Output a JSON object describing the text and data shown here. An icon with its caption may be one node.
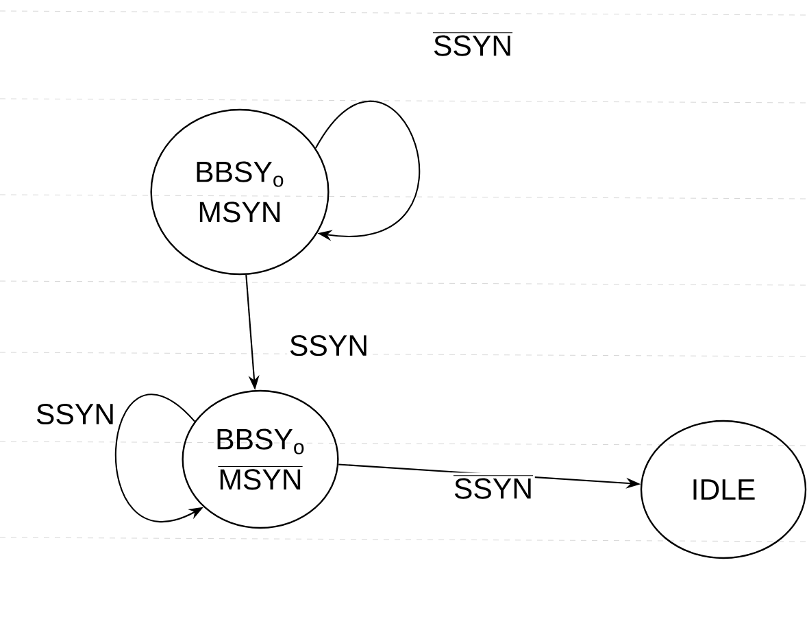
{
  "diagram": {
    "nodes": [
      {
        "text": [
          "BBSY$_{o}$",
          "MSYN"
        ]
      },
      {
        "text": [
          "BBSY$_{o}$",
          "MSYN"
        ]
      },
      {
        "text": [
          "IDLE"
        ]
      }
    ],
    "edges": [
      {
        "from": 0,
        "to": 0,
        "arrow": "to",
        "label": "SSYN"
      },
      {
        "from": 0,
        "to": 1,
        "arrow": "to",
        "label": "SSYN"
      },
      {
        "from": 1,
        "to": 1,
        "arrow": "to",
        "label": "SSYN"
      },
      {
        "from": 1,
        "to": 2,
        "arrow": "to",
        "label": "SSYN"
      }
    ]
  }
}
